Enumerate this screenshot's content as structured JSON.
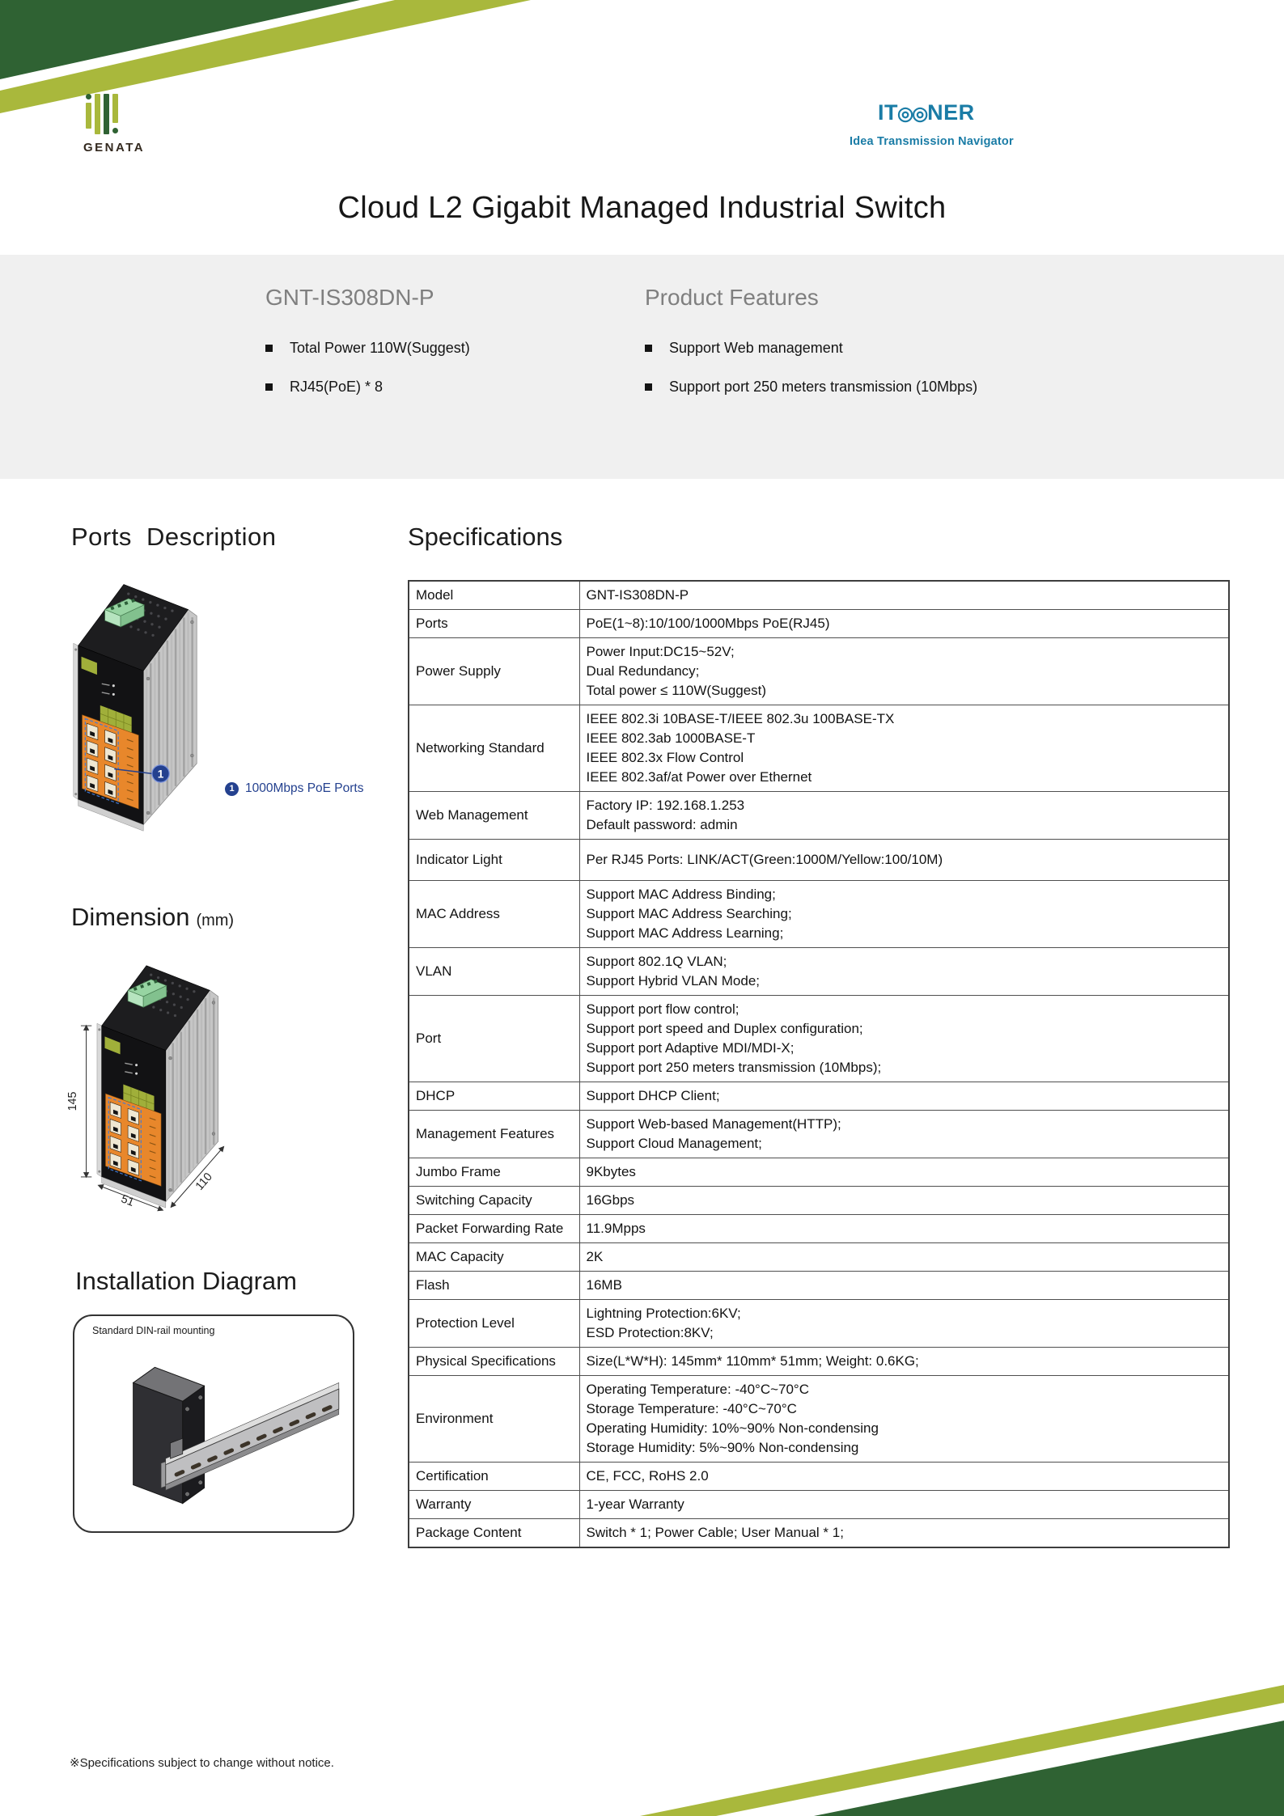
{
  "page": {
    "title": "Cloud L2 Gigabit Managed Industrial Switch"
  },
  "brand": {
    "genata": "GENATA",
    "itooner_it": "IT",
    "itooner_o": "◎",
    "itooner_ner": "NER",
    "tagline": "Idea Transmission Navigator"
  },
  "summary": {
    "model_heading": "GNT-IS308DN-P",
    "model_items": [
      "Total Power 110W(Suggest)",
      "RJ45(PoE) * 8"
    ],
    "features_heading": "Product Features",
    "features_items": [
      "Support Web management",
      "Support port 250 meters transmission (10Mbps)"
    ]
  },
  "sections": {
    "ports": "Ports Description",
    "specs": "Specifications",
    "dimension": "Dimension",
    "dimension_unit": "(mm)",
    "install": "Installation Diagram"
  },
  "ports_figure": {
    "marker": "1",
    "legend": "1000Mbps PoE Ports"
  },
  "dimension_figure": {
    "height": "145",
    "depth": "110",
    "width": "51"
  },
  "install_figure": {
    "caption": "Standard DIN-rail mounting"
  },
  "spec_table": {
    "rows": [
      {
        "label": "Model",
        "lines": [
          "GNT-IS308DN-P"
        ]
      },
      {
        "label": "Ports",
        "lines": [
          "PoE(1~8):10/100/1000Mbps PoE(RJ45)"
        ]
      },
      {
        "label": "Power Supply",
        "lines": [
          "Power Input:DC15~52V;",
          "Dual Redundancy;",
          "Total power ≤ 110W(Suggest)"
        ]
      },
      {
        "label": "Networking Standard",
        "lines": [
          "IEEE 802.3i 10BASE-T/IEEE 802.3u 100BASE-TX",
          "IEEE 802.3ab 1000BASE-T",
          "IEEE 802.3x Flow Control",
          "IEEE 802.3af/at Power over Ethernet"
        ]
      },
      {
        "label": "Web Management",
        "lines": [
          "Factory IP: 192.168.1.253",
          "Default password: admin"
        ]
      },
      {
        "label": "Indicator Light",
        "lines": [
          "Per RJ45 Ports: LINK/ACT(Green:1000M/Yellow:100/10M)"
        ],
        "tall": true
      },
      {
        "label": "MAC Address",
        "lines": [
          "Support MAC Address Binding;",
          "Support MAC Address Searching;",
          "Support MAC Address Learning;"
        ]
      },
      {
        "label": "VLAN",
        "lines": [
          "Support 802.1Q VLAN;",
          "Support Hybrid VLAN Mode;"
        ]
      },
      {
        "label": "Port",
        "lines": [
          "Support port flow control;",
          "Support port speed and Duplex configuration;",
          "Support port Adaptive MDI/MDI-X;",
          "Support port 250 meters transmission (10Mbps);"
        ]
      },
      {
        "label": "DHCP",
        "lines": [
          "Support DHCP Client;"
        ]
      },
      {
        "label": "Management Features",
        "lines": [
          "Support Web-based Management(HTTP);",
          "Support Cloud Management;"
        ]
      },
      {
        "label": "Jumbo Frame",
        "lines": [
          "9Kbytes"
        ]
      },
      {
        "label": "Switching Capacity",
        "lines": [
          "16Gbps"
        ]
      },
      {
        "label": "Packet Forwarding Rate",
        "lines": [
          "11.9Mpps"
        ]
      },
      {
        "label": "MAC Capacity",
        "lines": [
          "2K"
        ]
      },
      {
        "label": "Flash",
        "lines": [
          "16MB"
        ]
      },
      {
        "label": "Protection Level",
        "lines": [
          "Lightning Protection:6KV;",
          "ESD Protection:8KV;"
        ]
      },
      {
        "label": "Physical Specifications",
        "lines": [
          "Size(L*W*H): 145mm* 110mm* 51mm; Weight: 0.6KG;"
        ]
      },
      {
        "label": "Environment",
        "lines": [
          "Operating Temperature: -40°C~70°C",
          "Storage Temperature: -40°C~70°C",
          "Operating Humidity: 10%~90% Non-condensing",
          "Storage Humidity: 5%~90% Non-condensing"
        ]
      },
      {
        "label": "Certification",
        "lines": [
          "CE, FCC, RoHS 2.0"
        ]
      },
      {
        "label": "Warranty",
        "lines": [
          "1-year Warranty"
        ]
      },
      {
        "label": "Package Content",
        "lines": [
          "Switch * 1; Power Cable; User Manual * 1;"
        ]
      }
    ]
  },
  "footer": {
    "note": "※Specifications subject to change without notice."
  },
  "colors": {
    "dark_green": "#2f6233",
    "olive": "#a9b83c",
    "teal": "#1a7ca6",
    "legend_blue": "#24418f",
    "band_gray": "#f0f0f0",
    "port_orange": "#e8872b"
  }
}
